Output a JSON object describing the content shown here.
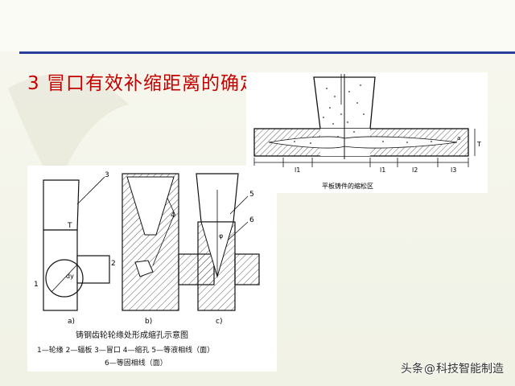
{
  "title": "3 冒口有效补缩距离的确定",
  "figure_plate": {
    "caption": "平板铸件的缩松区",
    "labels": [
      "l3",
      "l1",
      "l1",
      "l2",
      "l3",
      "T",
      "a"
    ]
  },
  "figure_gear": {
    "caption": "铸钢齿轮轮缘处形成缩孔示意图",
    "sub_labels": [
      "a)",
      "b)",
      "c)"
    ],
    "callouts": [
      "1",
      "2",
      "3",
      "4",
      "5",
      "6",
      "T",
      "dy",
      "φ"
    ],
    "legend_line1": "1—轮缘  2—辐板  3—冒口  4—缩孔  5—等液相线（面）",
    "legend_line2": "6—等固相线（面）"
  },
  "watermark": {
    "brand": "头条",
    "at": "@",
    "account": "科技智能制造"
  },
  "colors": {
    "title": "#c40000",
    "rule": "#2b3f9a"
  }
}
